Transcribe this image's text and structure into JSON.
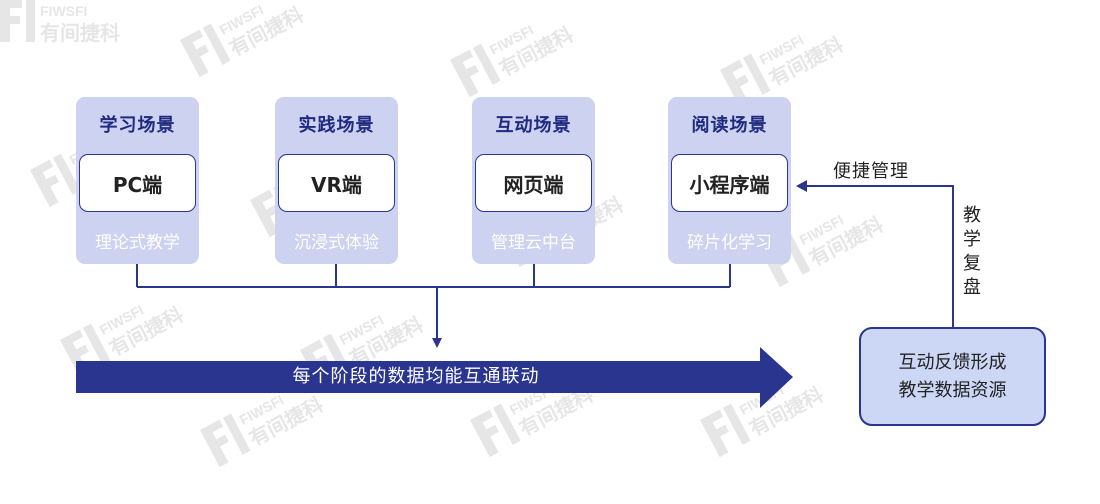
{
  "watermark": {
    "text_latin": "FIWSFI",
    "text_cn": "有间捷科"
  },
  "cards": [
    {
      "title": "学习场景",
      "platform": "PC端",
      "subtitle": "理论式教学"
    },
    {
      "title": "实践场景",
      "platform": "VR端",
      "subtitle": "沉浸式体验"
    },
    {
      "title": "互动场景",
      "platform": "网页端",
      "subtitle": "管理云中台"
    },
    {
      "title": "阅读场景",
      "platform": "小程序端",
      "subtitle": "碎片化学习"
    }
  ],
  "arrow": {
    "label": "每个阶段的数据均能互通联动"
  },
  "resource_box": {
    "line1": "互动反馈形成",
    "line2": "教学数据资源"
  },
  "side_label": "便捷管理",
  "vertical_label": [
    "教",
    "学",
    "复",
    "盘"
  ],
  "colors": {
    "navy": "#2a3590",
    "card_bg": "#ccd2ef",
    "resource_bg": "#ccd6f5",
    "title_text": "#1f2a80"
  }
}
